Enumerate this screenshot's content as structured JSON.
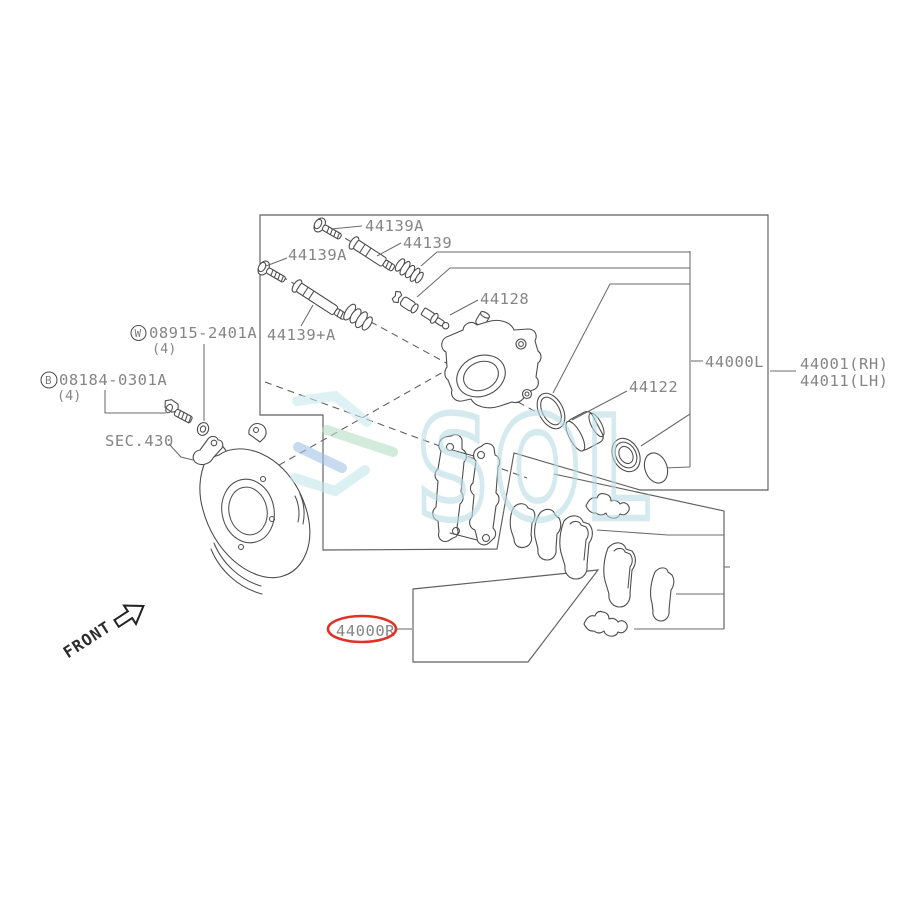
{
  "page": {
    "background": "#ffffff"
  },
  "watermark": {
    "text": "SOL",
    "color": "#b9dde3",
    "logo_colors": [
      "#c9e9ee",
      "#b7dfc3",
      "#a3c3e6",
      "#c2e7ea"
    ]
  },
  "labels": {
    "guide_bolt_upper": "44139A",
    "guide_pin_upper": "44139",
    "guide_bolt_lower": "44139A",
    "guide_pin_lower": "44139+A",
    "bleeder": "44128",
    "washer_symbol": "W",
    "washer_part": "08915-2401A",
    "washer_qty": "(4)",
    "plate_bolt_symbol": "B",
    "plate_bolt_part": "08184-0301A",
    "plate_bolt_qty": "(4)",
    "section_ref": "SEC.430",
    "caliper_assy_left": "44000L",
    "assy_rh": "44001(RH)",
    "assy_lh": "44011(LH)",
    "piston": "44122",
    "caliper_assy_right": "44000R",
    "front": "FRONT"
  },
  "highlight": {
    "color": "#e03127",
    "target": "44000R"
  }
}
